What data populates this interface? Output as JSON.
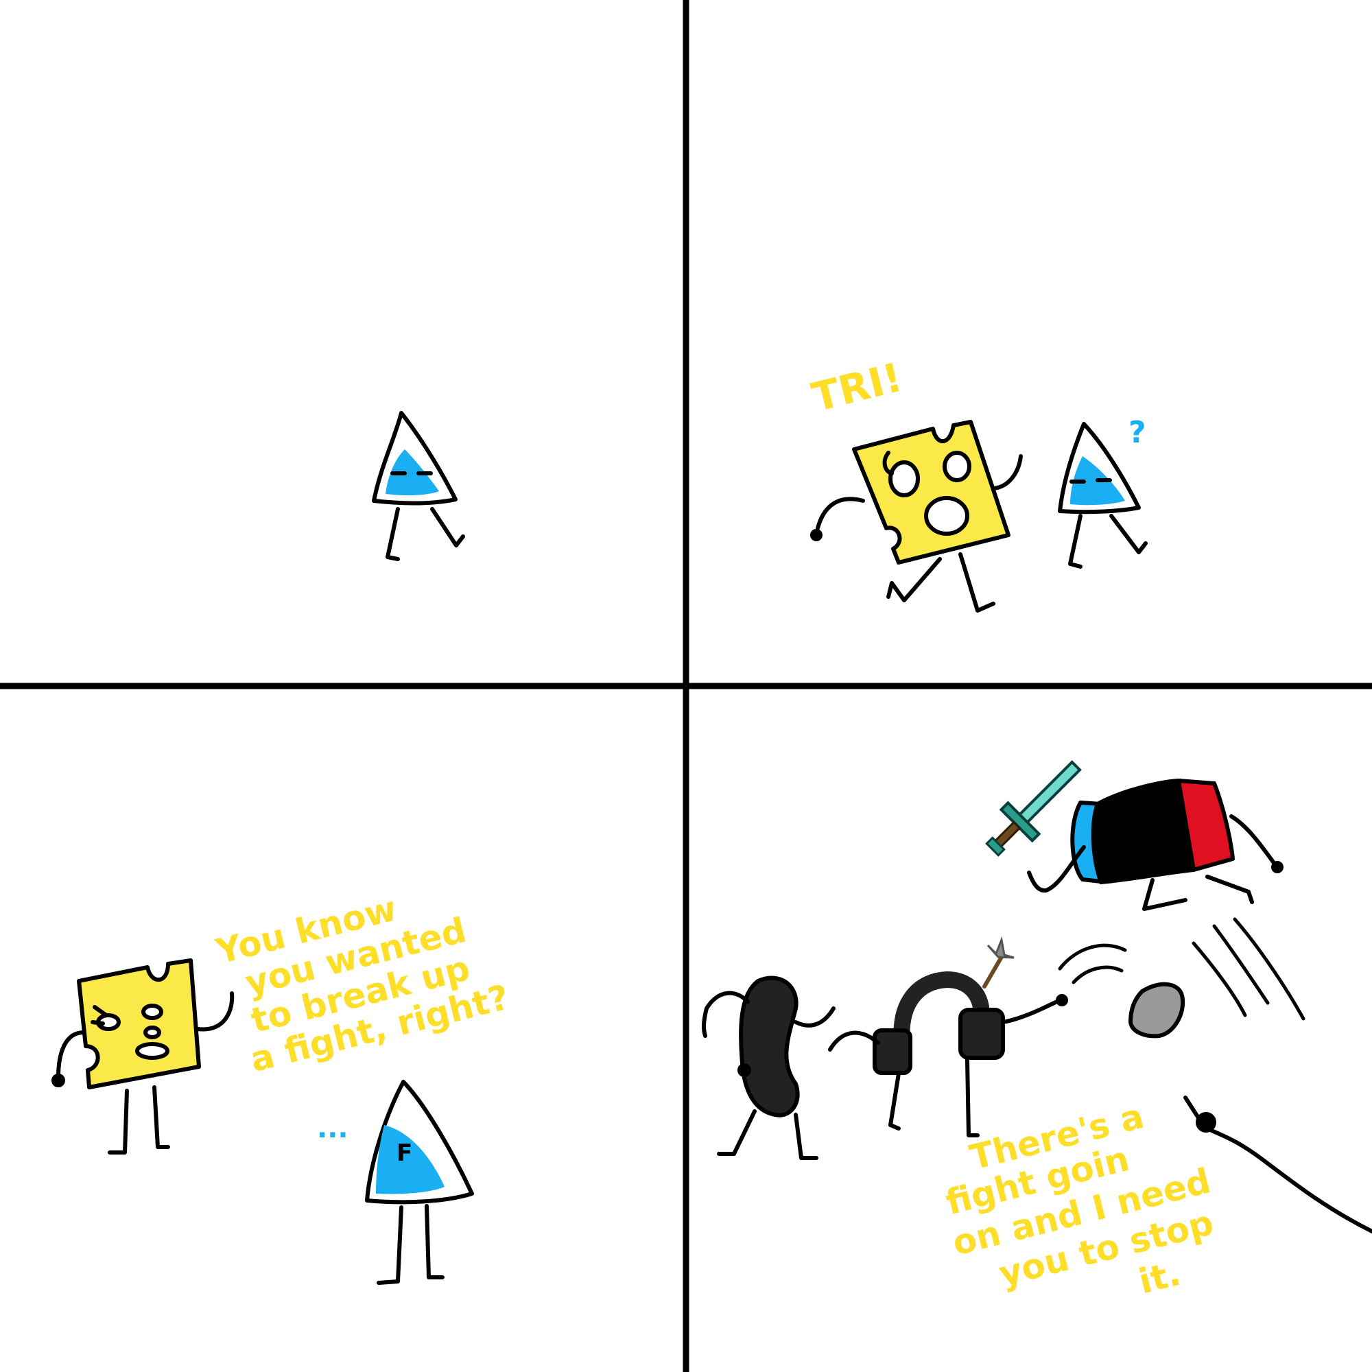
{
  "colors": {
    "ink": "#000000",
    "background": "#ffffff",
    "speech_yellow": "#ffde2a",
    "cheese_yellow": "#fbe94a",
    "tri_blue": "#1aaef3",
    "ds_red": "#e01020",
    "ds_blue": "#1aaef3",
    "rock_gray": "#9a9a9a",
    "sword_teal": "#6fd9cc",
    "headphone_dark": "#222222"
  },
  "panels": [
    {
      "id": "panel-1",
      "characters": [
        "triangle"
      ]
    },
    {
      "id": "panel-2",
      "characters": [
        "cheese",
        "triangle"
      ]
    },
    {
      "id": "panel-3",
      "characters": [
        "cheese",
        "triangle"
      ]
    },
    {
      "id": "panel-4",
      "characters": [
        "bean",
        "headphones",
        "rock",
        "diamond-sword",
        "game-console"
      ]
    }
  ],
  "text": {
    "panel2_shout": "TRI!",
    "panel2_question": "?",
    "panel3_line1": "You know",
    "panel3_line2": "you wanted",
    "panel3_line3": "to break up",
    "panel3_line4": "a fight, right?",
    "panel3_ellipsis": "...",
    "panel3_shirt_letter": "F",
    "panel4_line1": "There's a",
    "panel4_line2": "fight goin",
    "panel4_line3": "on and I need",
    "panel4_line4": "you to stop",
    "panel4_line5": "it."
  }
}
